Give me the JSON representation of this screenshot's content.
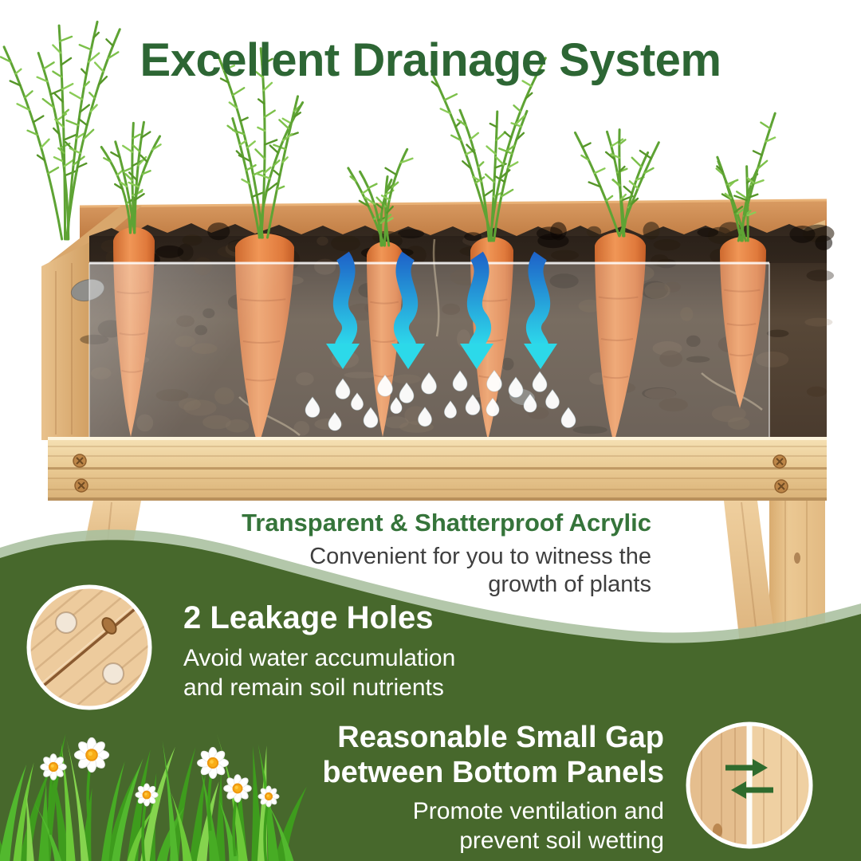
{
  "title": "Excellent Drainage System",
  "features": {
    "acrylic": {
      "heading": "Transparent & Shatterproof Acrylic",
      "body_line1": "Convenient for you to witness the",
      "body_line2": "growth of plants"
    },
    "leakage": {
      "heading": "2 Leakage Holes",
      "body_line1": "Avoid water accumulation",
      "body_line2": "and remain soil nutrients"
    },
    "gap": {
      "heading_line1": "Reasonable Small Gap",
      "heading_line2": "between Bottom Panels",
      "body_line1": "Promote ventilation and",
      "body_line2": "prevent soil wetting"
    }
  },
  "illustration": {
    "subject": "elevated wooden garden bed with transparent acrylic front panel, six carrots growing in soil, water draining down",
    "water_flow_arrow_count": 4,
    "carrot_count": 6,
    "leakage_hole_count": 2,
    "icons": {
      "water_flow": "wavy-down-arrow-icon",
      "water": "droplet-icon",
      "panel_gap": "left-right-arrows-icon",
      "decoration": "daisy-flower-icon"
    }
  },
  "colors": {
    "title_green": "#2D6634",
    "heading_green": "#35743A",
    "body_gray": "#3F3F3F",
    "band_green": "#47682C",
    "band_edge_sage": "#A9BF9E",
    "text_white": "#FFFFFF",
    "arrow_blue_top": "#1E63C8",
    "arrow_cyan": "#2EDFED",
    "wood_light": "#F0D5A8",
    "wood_dark": "#C9914F",
    "soil_dark": "#33281F",
    "carrot_orange": "#E8824A",
    "foliage_green": "#6FB23C",
    "grass_green": "#52B82E",
    "daisy_center": "#F9AE17"
  }
}
